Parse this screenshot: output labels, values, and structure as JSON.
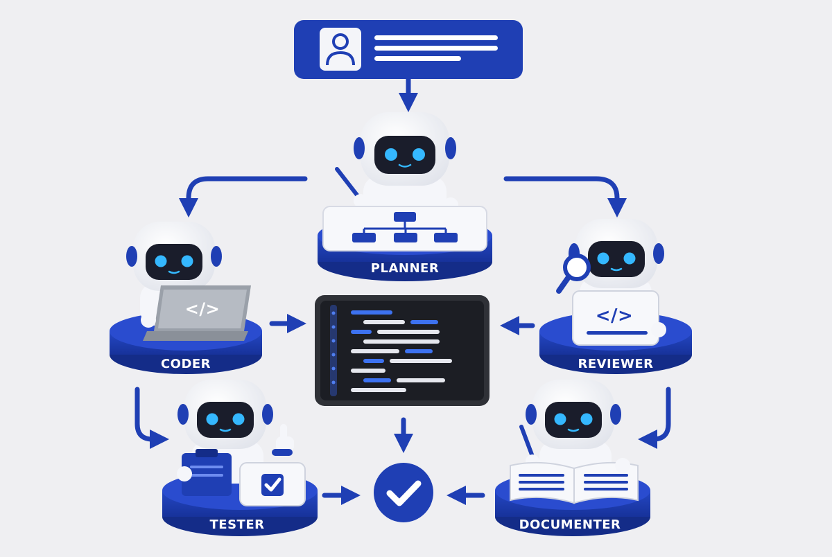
{
  "diagram": {
    "agents": [
      {
        "id": "planner",
        "label": "PLANNER",
        "prop": "flowchart-board"
      },
      {
        "id": "coder",
        "label": "CODER",
        "prop": "laptop"
      },
      {
        "id": "reviewer",
        "label": "REVIEWER",
        "prop": "magnifier-code-tablet"
      },
      {
        "id": "tester",
        "label": "TESTER",
        "prop": "clipboard-checkbox"
      },
      {
        "id": "documenter",
        "label": "DOCUMENTER",
        "prop": "open-book-pencil"
      }
    ],
    "center": {
      "type": "code-screen"
    },
    "input": {
      "type": "user-request-card"
    },
    "output": {
      "type": "check-circle"
    },
    "flows": [
      [
        "request",
        "planner"
      ],
      [
        "planner",
        "coder"
      ],
      [
        "planner",
        "reviewer"
      ],
      [
        "coder",
        "code"
      ],
      [
        "reviewer",
        "code"
      ],
      [
        "coder",
        "tester"
      ],
      [
        "reviewer",
        "documenter"
      ],
      [
        "code",
        "done"
      ],
      [
        "tester",
        "done"
      ],
      [
        "documenter",
        "done"
      ]
    ]
  },
  "colors": {
    "brand": "#1f3fb4",
    "brand_dark": "#142c88",
    "robot_body": "#ffffff",
    "visor": "#1a1d2b",
    "eye": "#35b8ff",
    "screen_bg": "#2b2d33",
    "background": "#efeff2"
  },
  "icons": [
    "user-icon",
    "code-brackets-icon",
    "check-icon",
    "magnifier-icon",
    "pencil-icon",
    "flowchart-icon"
  ]
}
